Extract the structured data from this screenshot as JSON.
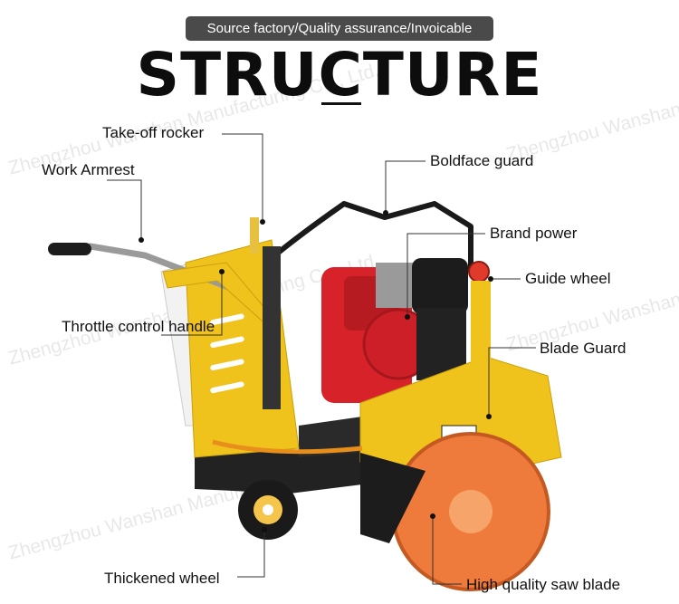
{
  "header": {
    "badge": "Source factory/Quality assurance/Invoicable",
    "title": "STRUCTURE"
  },
  "watermark": "Zhengzhou Wanshan Manufacturing Co., Ltd.",
  "labels": {
    "takeoff_rocker": "Take-off rocker",
    "work_armrest": "Work Armrest",
    "boldface_guard": "Boldface guard",
    "brand_power": "Brand power",
    "guide_wheel": "Guide wheel",
    "throttle_handle": "Throttle control handle",
    "blade_guard": "Blade Guard",
    "thickened_wheel": "Thickened wheel",
    "saw_blade": "High quality saw blade"
  },
  "colors": {
    "frame_yellow": "#f0c21c",
    "engine_red": "#d8222a",
    "blade_orange": "#ee7a3c",
    "dark": "#1c1c1c"
  }
}
